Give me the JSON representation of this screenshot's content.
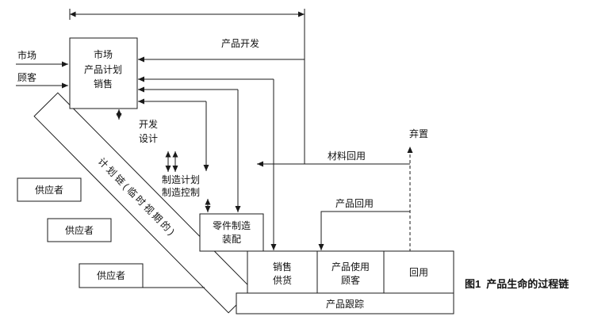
{
  "caption": {
    "label": "图1",
    "title": "产品生命的过程链"
  },
  "labels": {
    "product_development": "产品开发",
    "disposal": "弃置",
    "market": "市场",
    "customer": "顾客",
    "material_reuse": "材料回用",
    "product_reuse": "产品回用",
    "plan_chain": "计划链(临时视期的)",
    "tracking": "产品跟踪",
    "reuse": "回用"
  },
  "boxes": {
    "main": [
      "市场",
      "产品计划",
      "销售"
    ],
    "dev_design": [
      "开发",
      "设计"
    ],
    "mfg": [
      "制造计划",
      "制造控制"
    ],
    "parts": [
      "零件制造",
      "装配"
    ],
    "sales": [
      "销售",
      "供货"
    ],
    "use": [
      "产品使用",
      "顾客"
    ]
  },
  "suppliers": [
    "供应者",
    "供应者",
    "供应者"
  ],
  "colors": {
    "line": "#1a1a1a",
    "background": "#ffffff"
  }
}
